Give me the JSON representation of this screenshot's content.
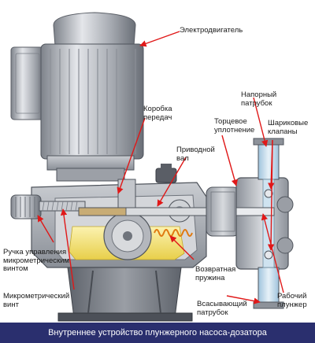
{
  "labels": {
    "motor": "Электродвигатель",
    "gearbox": "Коробка\nпередач",
    "discharge": "Напорный\nпатрубок",
    "seal": "Торцевое\nуплотнение",
    "valves": "Шариковые\nклапаны",
    "shaft": "Приводной\nвал",
    "handle": "Ручка управления\nмикрометрическим\nвинтом",
    "spring": "Возвратная\nпружина",
    "screw": "Микрометрический\nвинт",
    "suction": "Всасывающий\nпатрубок",
    "plunger": "Рабочий\nплунжер"
  },
  "caption": "Внутреннее устройство плунжерного насоса-дозатора",
  "colors": {
    "metal": "#b9bcc2",
    "metal_dark": "#6f747c",
    "oil": "#f2e27a",
    "arrow": "#e01818",
    "caption_bg": "#2a2f6e"
  }
}
